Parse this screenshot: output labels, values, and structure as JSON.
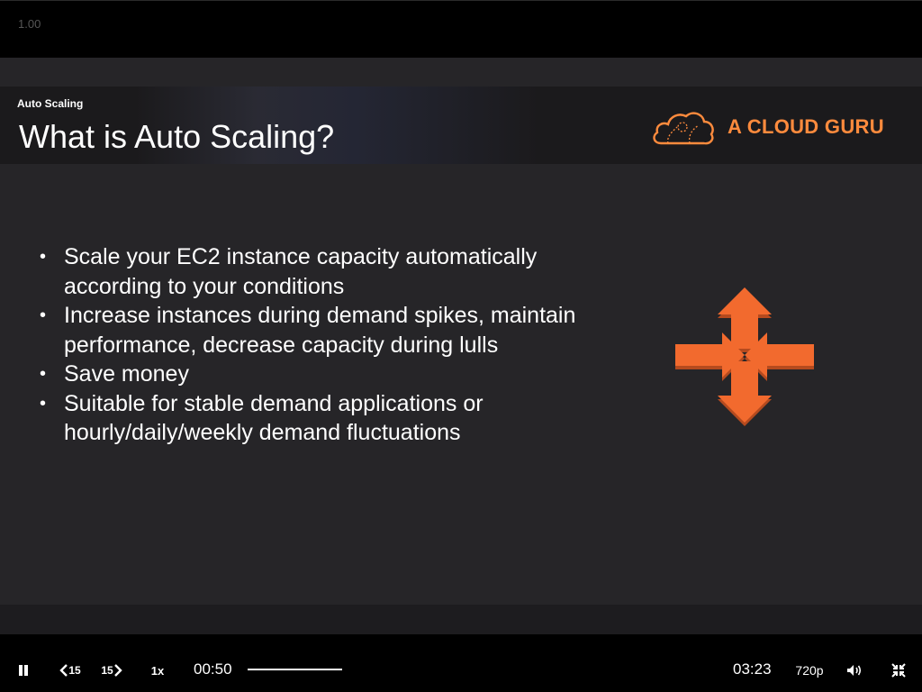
{
  "top_bar": {
    "zoom_label": "1.00"
  },
  "slide": {
    "breadcrumb": "Auto Scaling",
    "title": "What is Auto Scaling?",
    "logo_text": "A CLOUD GURU",
    "bullets": [
      "Scale your EC2 instance capacity automatically according to your conditions",
      "Increase instances during demand spikes, maintain performance, decrease capacity during lulls",
      "Save money",
      "Suitable for stable demand applications or hourly/daily/weekly demand fluctuations"
    ],
    "bullet_glyph": "•",
    "accent_color": "#f26a2e",
    "icon": "auto-scaling-arrows-icon"
  },
  "controls": {
    "rewind_label": "15",
    "forward_label": "15",
    "speed_label": "1x",
    "current_time": "00:50",
    "duration": "03:23",
    "quality_label": "720p",
    "progress_fraction": 1.0,
    "icons": [
      "pause-icon",
      "rewind-15-icon",
      "forward-15-icon",
      "volume-icon",
      "exit-fullscreen-icon"
    ]
  }
}
